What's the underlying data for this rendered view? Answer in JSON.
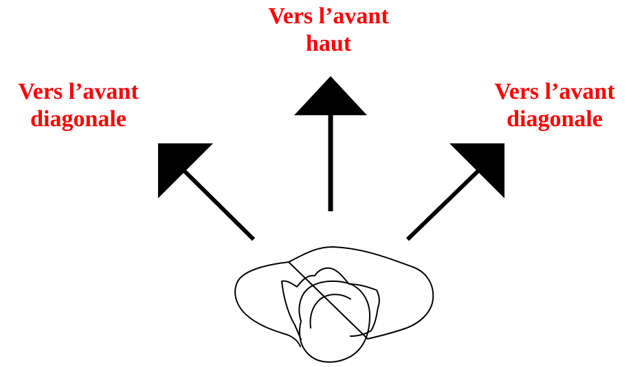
{
  "colors": {
    "label": "#ff0000",
    "arrow": "#000000",
    "figure_outline": "#000000"
  },
  "labels": {
    "up": {
      "line1": "Vers l’avant",
      "line2": "haut"
    },
    "left": {
      "line1": "Vers l’avant",
      "line2": "diagonale"
    },
    "right": {
      "line1": "Vers l’avant",
      "line2": "diagonale"
    }
  }
}
